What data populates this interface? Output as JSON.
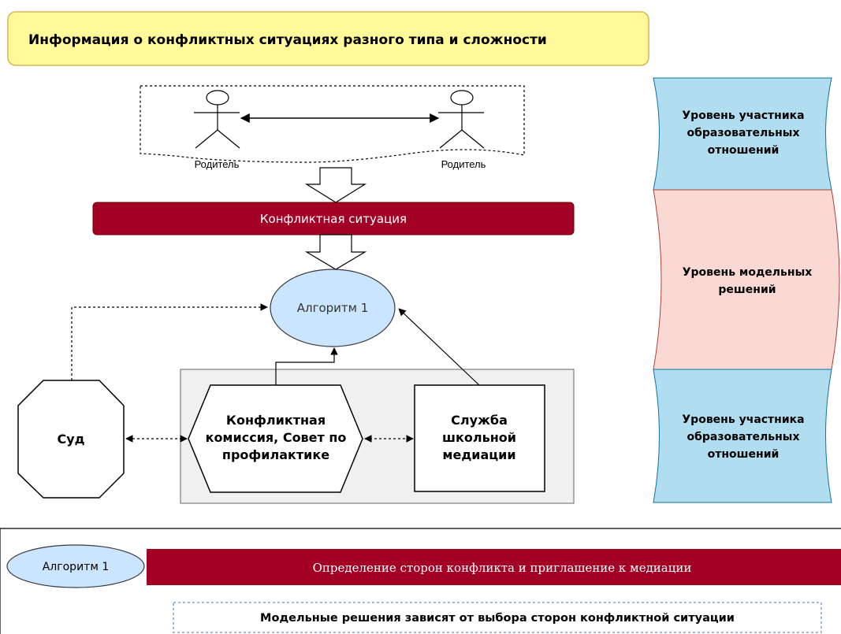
{
  "title": "Информация о конфликтных ситуациях разного типа и сложности",
  "actors": {
    "left_label": "Родитель",
    "right_label": "Родитель"
  },
  "conflict_bar": "Конфликтная ситуация",
  "algorithm_node": "Алгоритм 1",
  "court": "Суд",
  "commission": [
    "Конфликтная",
    "комиссия, Совет по",
    "профилактике"
  ],
  "mediation_service": [
    "Служба",
    "школьной",
    "медиации"
  ],
  "levels": {
    "top": [
      "Уровень участника",
      "образовательных",
      "отношений"
    ],
    "middle": [
      "Уровень модельных",
      "решений"
    ],
    "bottom": [
      "Уровень участника",
      "образовательных",
      "отношений"
    ]
  },
  "legend": {
    "algorithm_label": "Алгоритм 1",
    "definition": "Определение сторон конфликта и приглашение к медиации",
    "note": "Модельные решения зависят от выбора сторон конфликтной ситуации"
  },
  "colors": {
    "title_fill": "#fff999",
    "title_stroke": "#d6b656",
    "conflict_fill": "#a20025",
    "ellipse_fill": "#cce5ff",
    "ellipse_stroke": "#36393d",
    "level_blue": "#b1ddf0",
    "level_blue_stroke": "#10739e",
    "level_pink": "#fad9d5",
    "level_pink_stroke": "#ae4132",
    "panel_fill": "#f0f0f0",
    "note_stroke": "#6c8ebf"
  }
}
